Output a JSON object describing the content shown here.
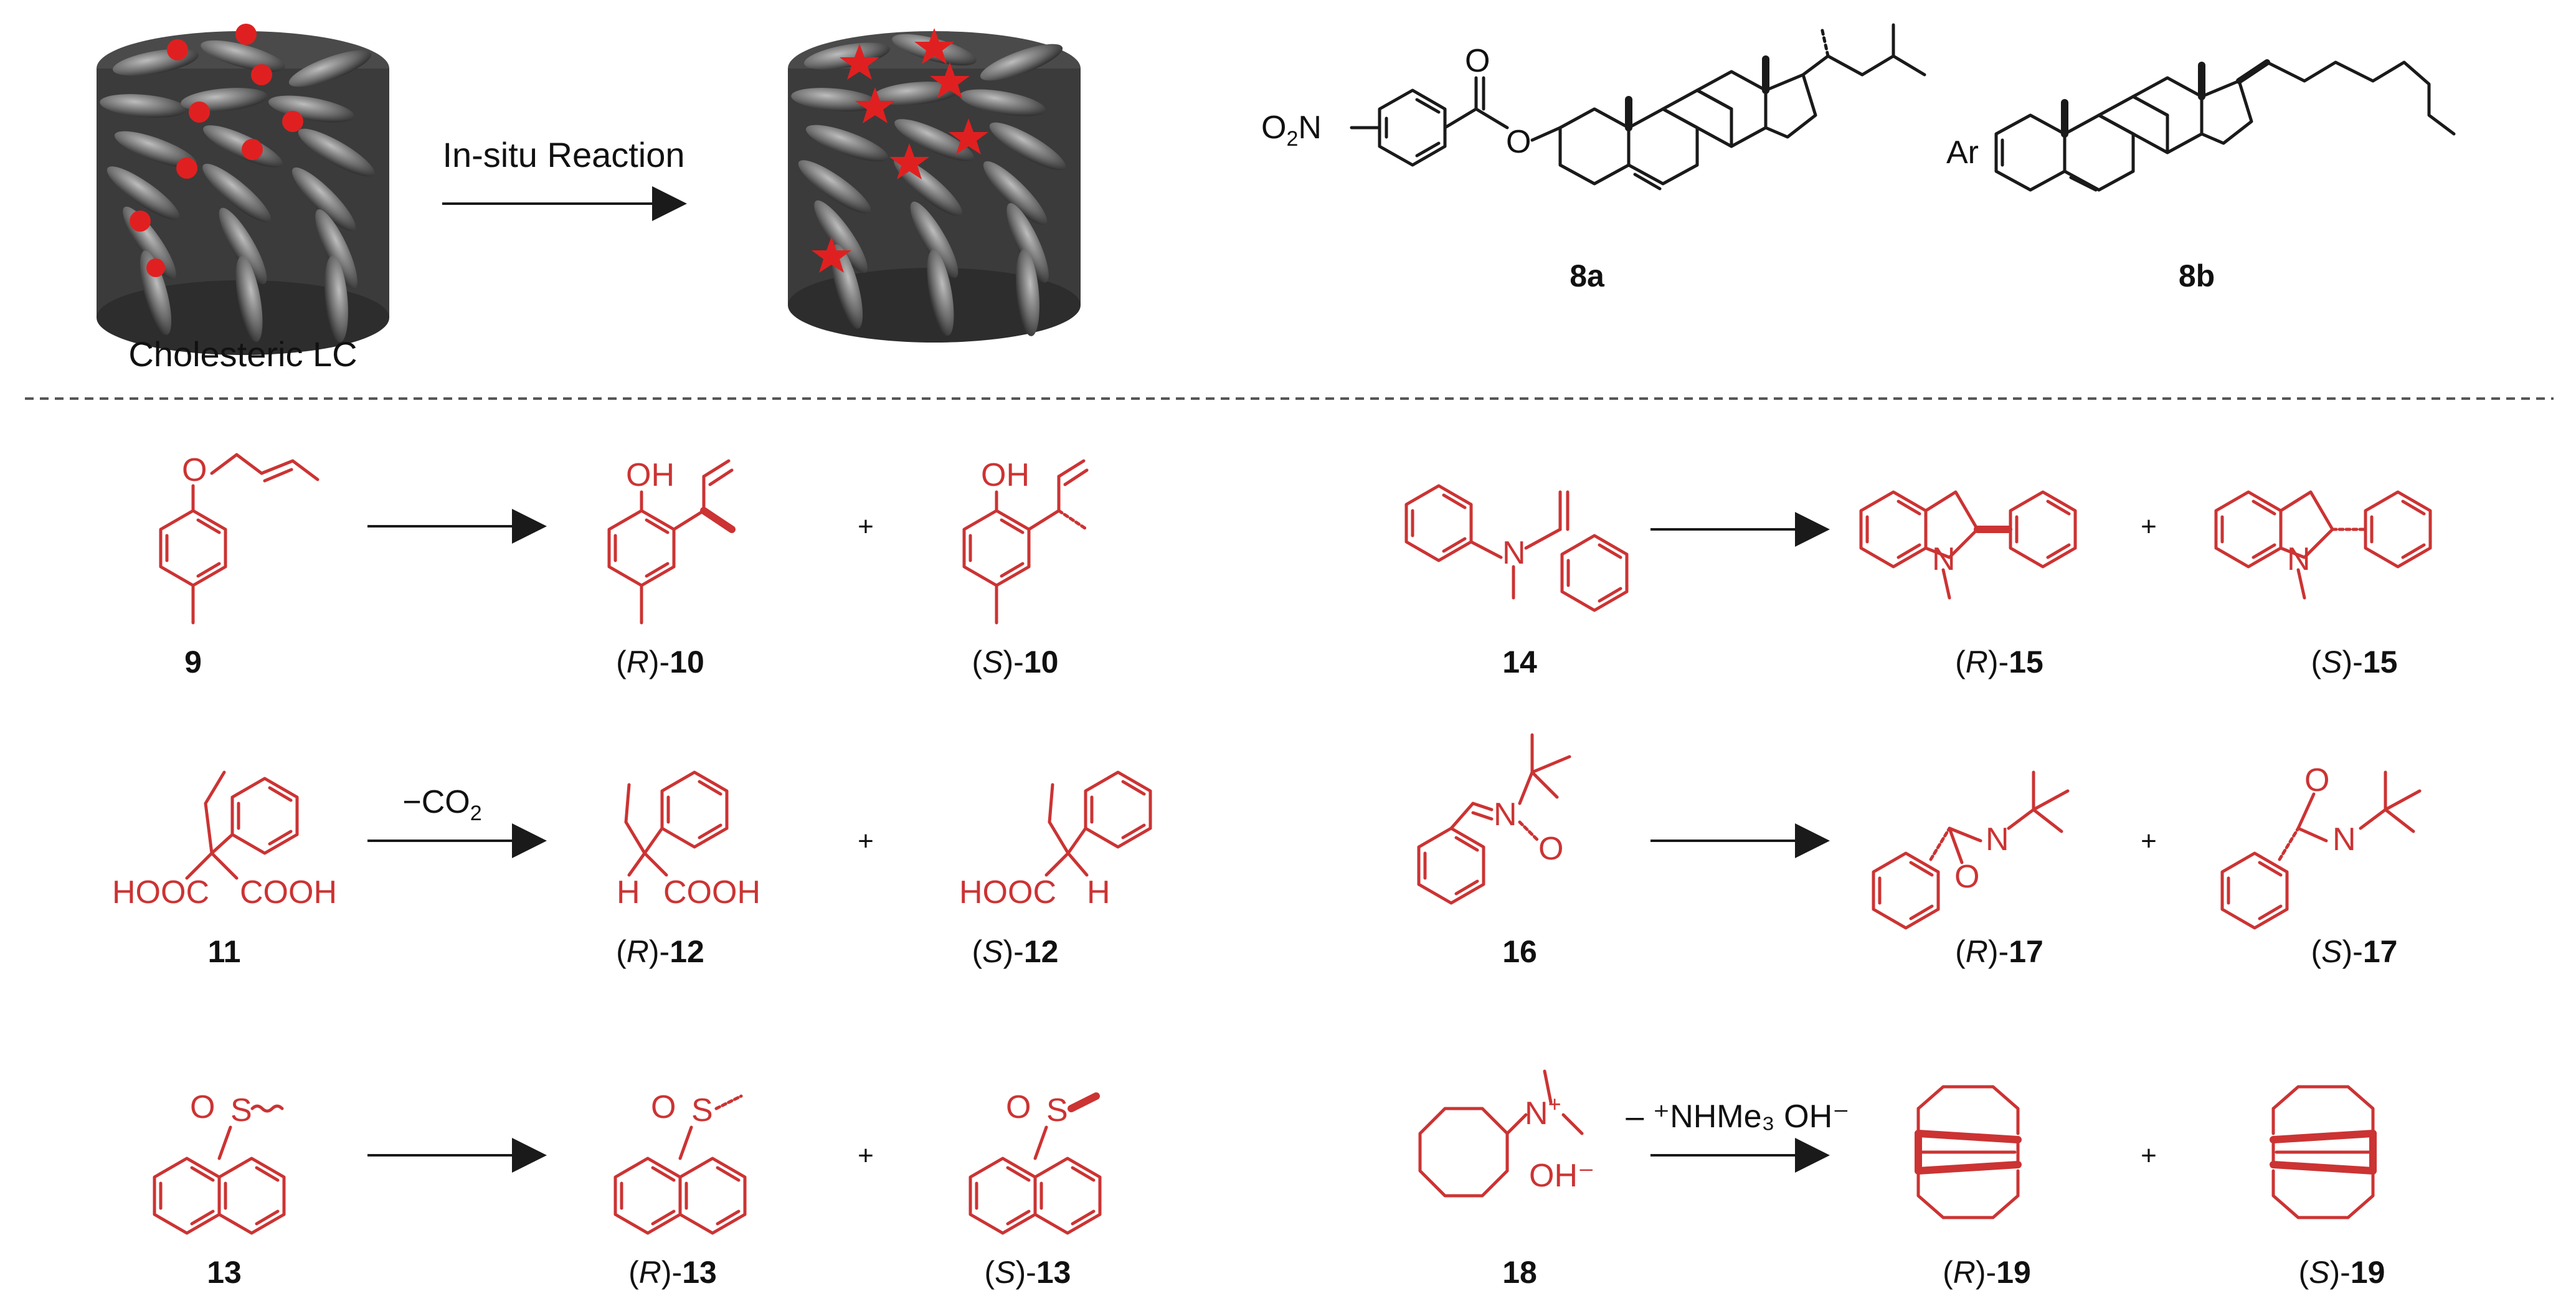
{
  "top": {
    "lc_label": "Cholesteric LC",
    "arrow_label": "In-situ Reaction",
    "nitro_prefix": "O",
    "nitro_sub": "2",
    "nitro_n": "N",
    "ar_label": "Ar",
    "compound_8a": "8a",
    "compound_8b": "8b"
  },
  "rows": [
    {
      "left": {
        "reactant": "9",
        "reagent": "",
        "p1_stereo": "R",
        "p1_num": "10",
        "p2_stereo": "S",
        "p2_num": "10"
      },
      "right": {
        "reactant": "14",
        "reagent": "",
        "p1_stereo": "R",
        "p1_num": "15",
        "p2_stereo": "S",
        "p2_num": "15"
      }
    },
    {
      "left": {
        "reactant": "11",
        "reagent": "−CO",
        "reagent_sub": "2",
        "p1_stereo": "R",
        "p1_num": "12",
        "p2_stereo": "S",
        "p2_num": "12"
      },
      "right": {
        "reactant": "16",
        "reagent": "",
        "p1_stereo": "R",
        "p1_num": "17",
        "p2_stereo": "S",
        "p2_num": "17"
      }
    },
    {
      "left": {
        "reactant": "13",
        "reagent": "",
        "p1_stereo": "R",
        "p1_num": "13",
        "p2_stereo": "S",
        "p2_num": "13"
      },
      "right": {
        "reactant": "18",
        "reagent": "– ⁺NHMe₃ OH⁻",
        "p1_stereo": "R",
        "p1_num": "19",
        "p2_stereo": "S",
        "p2_num": "19"
      }
    }
  ],
  "plus_sign": "+",
  "atoms": {
    "OH": "OH",
    "O": "O",
    "N": "N",
    "S": "S",
    "H": "H",
    "HOOC": "HOOC",
    "COOH": "COOH",
    "N_plus": "N",
    "plus": "+",
    "OH_minus": "OH⁻"
  },
  "colors": {
    "product": "#cc3333",
    "structure": "#1a1a1a",
    "divider": "#555555",
    "dot": "#e02020"
  }
}
